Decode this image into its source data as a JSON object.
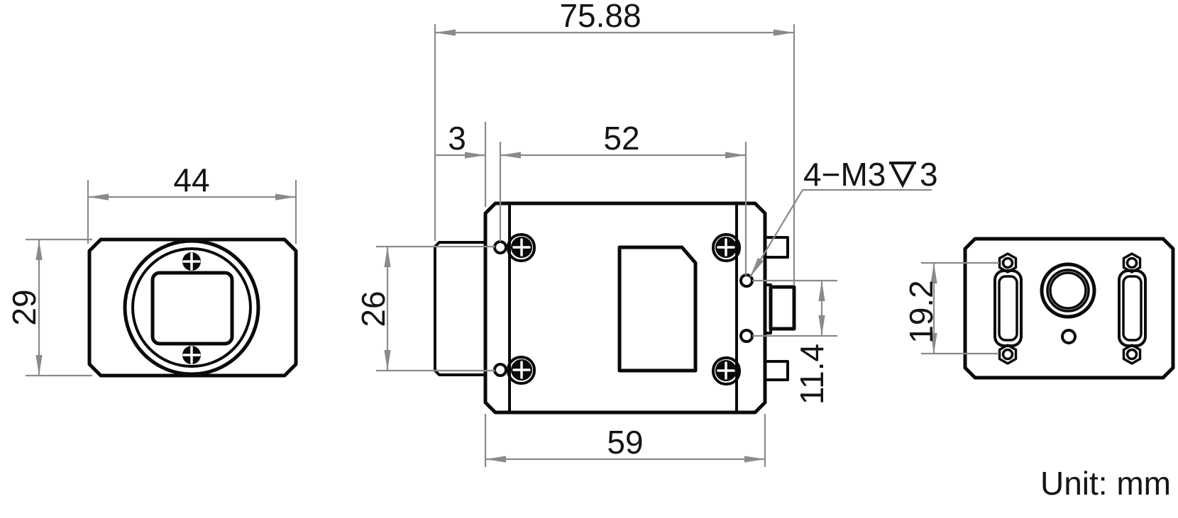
{
  "front_view": {
    "width_mm": "44",
    "height_mm": "29"
  },
  "top_view": {
    "total_length_mm": "75.88",
    "front_plate_offset_mm": "3",
    "mount_hole_span_mm": "52",
    "lens_flange_span_mm": "26",
    "body_length_mm": "59",
    "io_hole_span_mm": "11.4",
    "thread_callout": {
      "prefix": "4−M3",
      "depth": "3"
    }
  },
  "rear_view": {
    "connector_screw_span_mm": "19.2"
  },
  "note": {
    "unit": "Unit: mm"
  },
  "colors": {
    "line": "#0a0a0a",
    "dimension": "#8a8a8a",
    "background": "#ffffff"
  }
}
